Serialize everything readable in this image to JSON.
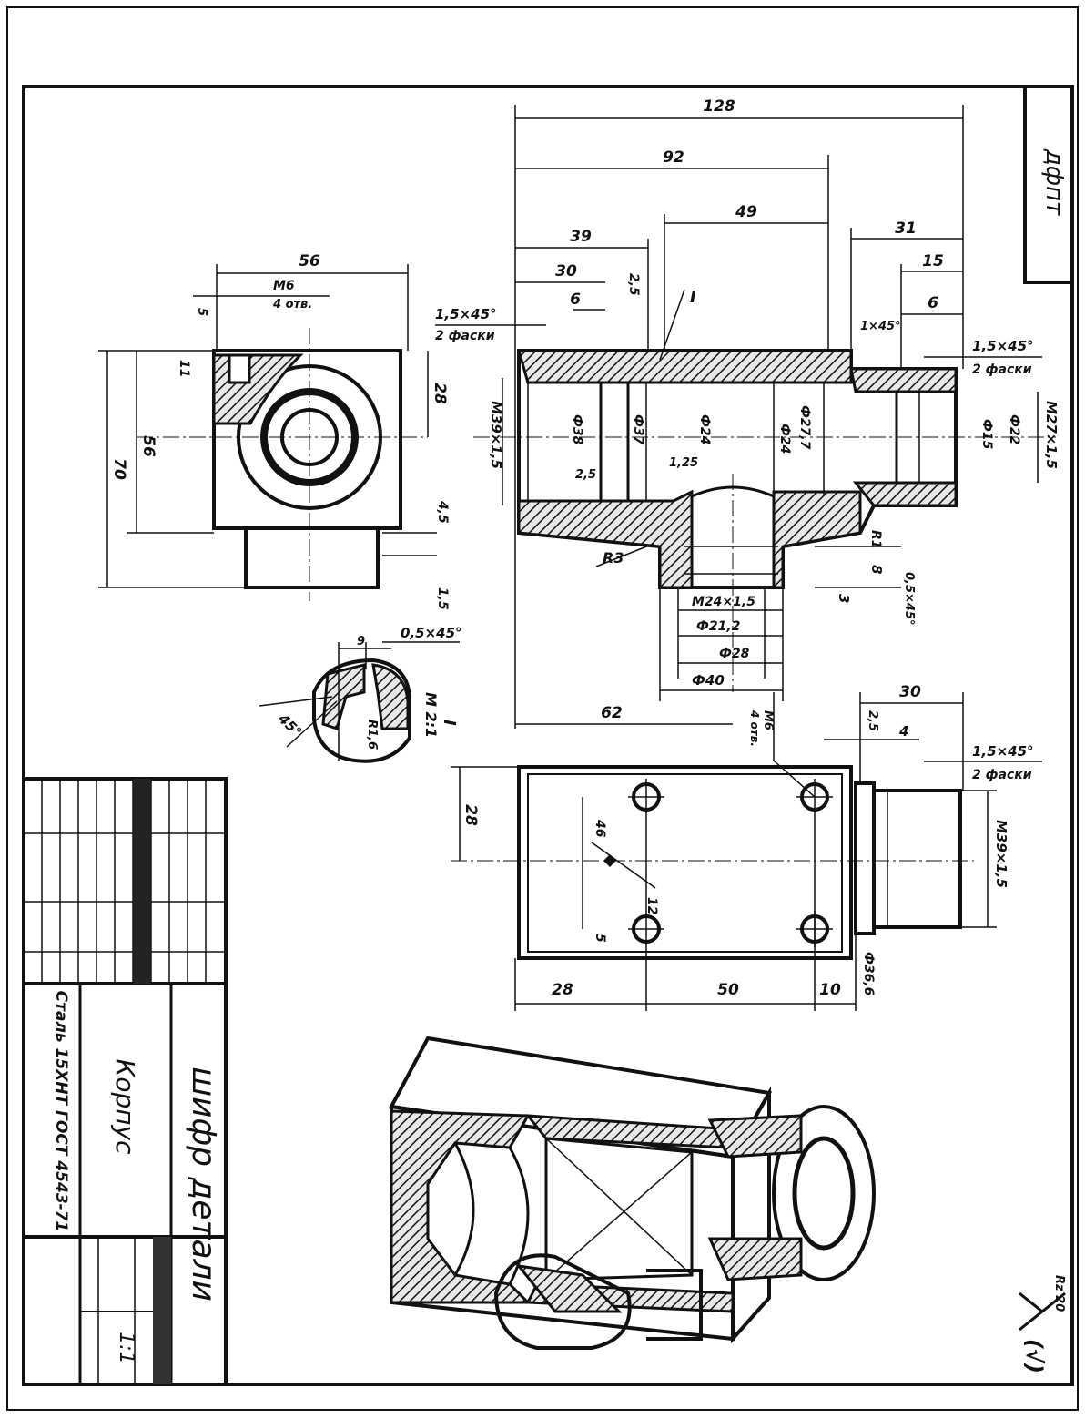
{
  "title_block": {
    "part_name": "Корпус",
    "drawing_code": "шифр детали",
    "material": "Сталь 15ХНТ ГОСТ 4543-71",
    "scale": "1:1",
    "corner_label": "дфпт"
  },
  "surface_finish": {
    "symbol": "Rz 20",
    "note": "(√)"
  },
  "front_view": {
    "dims": {
      "overall_length": "128",
      "length_92": "92",
      "length_49": "49",
      "length_39": "39",
      "length_30": "30",
      "length_6": "6",
      "length_2_5": "2,5",
      "length_31": "31",
      "length_15": "15",
      "length_6_right": "6",
      "length_62": "62",
      "thread_left": "М39×1,5",
      "thread_right": "М27×1,5",
      "chamfer_left": "1,5×45°",
      "chamfer_left_note": "2 фаски",
      "chamfer_right": "1,5×45°",
      "chamfer_right_note": "2 фаски",
      "chamfer_small": "1×45°",
      "radius_r3": "R3",
      "radius_r1": "R1",
      "bottom_thread": "М24×1,5",
      "dia_21_2": "Ф21,2",
      "dia_28": "Ф28",
      "dia_40": "Ф40",
      "dia_24": "Ф24",
      "dia_27_7": "Ф27,7",
      "dia_24_b": "Ф24",
      "dia_22": "Ф22",
      "dia_15": "Ф15",
      "dia_38": "Ф38",
      "dia_37": "Ф37",
      "val_8": "8",
      "val_3": "3",
      "chamfer_0_5": "0,5×45°",
      "section_mark": "I",
      "rough_2_5": "2,5",
      "rough_1_25": "1,25"
    }
  },
  "side_view": {
    "dims": {
      "width_56": "56",
      "thread_m6": "М6",
      "holes_note": "4 отв.",
      "depth_5": "5",
      "height_70": "70",
      "height_56": "56",
      "height_28": "28",
      "val_11": "11",
      "val_4_5": "4,5",
      "val_1_5": "1,5"
    }
  },
  "detail_view": {
    "label": "I",
    "scale": "М 2:1",
    "chamfer": "0,5×45°",
    "angle": "45°",
    "radius": "R1,6",
    "val": "9"
  },
  "top_view": {
    "dims": {
      "width_30": "30",
      "val_4": "4",
      "rough_2_5": "2,5",
      "height_28": "28",
      "thread_m39": "М39×1,5",
      "chamfer": "1,5×45°",
      "chamfer_note": "2 фаски",
      "dia_36_6": "Ф36,6",
      "length_28": "28",
      "length_50": "50",
      "length_10": "10",
      "val_46": "46",
      "val_5": "5",
      "val_12": "12",
      "thread_m6": "М6",
      "holes_note": "4 отв."
    }
  }
}
